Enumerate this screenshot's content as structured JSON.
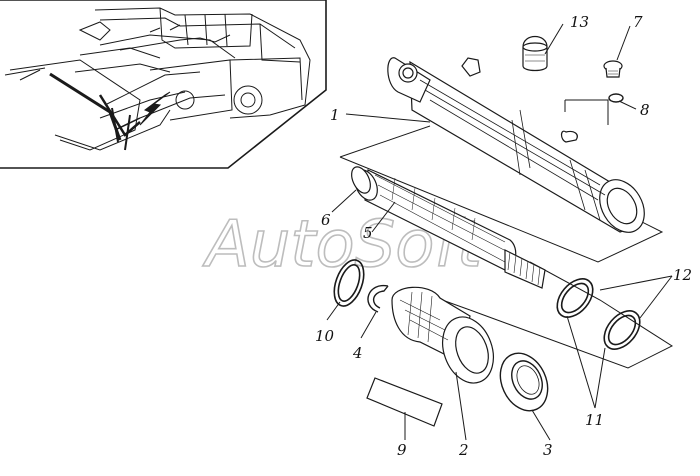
{
  "watermark": "AutoSoft",
  "parts": [
    {
      "id": "part-1",
      "label": "1"
    },
    {
      "id": "part-2",
      "label": "2"
    },
    {
      "id": "part-3",
      "label": "3"
    },
    {
      "id": "part-4",
      "label": "4"
    },
    {
      "id": "part-5",
      "label": "5"
    },
    {
      "id": "part-6",
      "label": "6"
    },
    {
      "id": "part-7",
      "label": "7"
    },
    {
      "id": "part-8",
      "label": "8"
    },
    {
      "id": "part-9",
      "label": "9"
    },
    {
      "id": "part-10",
      "label": "10"
    },
    {
      "id": "part-11",
      "label": "11"
    },
    {
      "id": "part-12",
      "label": "12"
    },
    {
      "id": "part-13",
      "label": "13"
    }
  ],
  "colors": {
    "line": "#1a1a1a",
    "background": "#ffffff",
    "watermark": "#bdbdbd"
  }
}
